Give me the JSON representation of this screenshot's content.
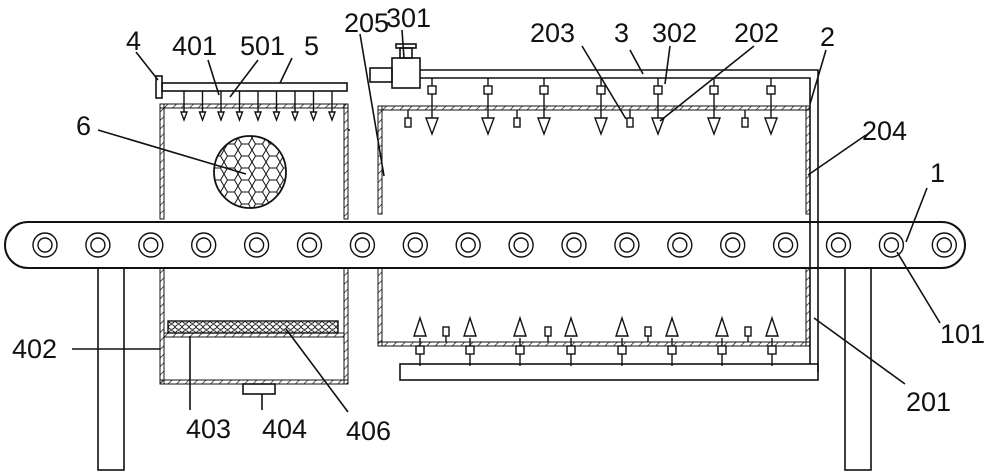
{
  "labels": {
    "l1": "1",
    "l101": "101",
    "l2": "2",
    "l201": "201",
    "l202": "202",
    "l203": "203",
    "l204": "204",
    "l205": "205",
    "l3": "3",
    "l301": "301",
    "l302": "302",
    "l4": "4",
    "l401": "401",
    "l402": "402",
    "l403": "403",
    "l404": "404",
    "l406": "406",
    "l5": "5",
    "l501": "501",
    "l6": "6"
  }
}
